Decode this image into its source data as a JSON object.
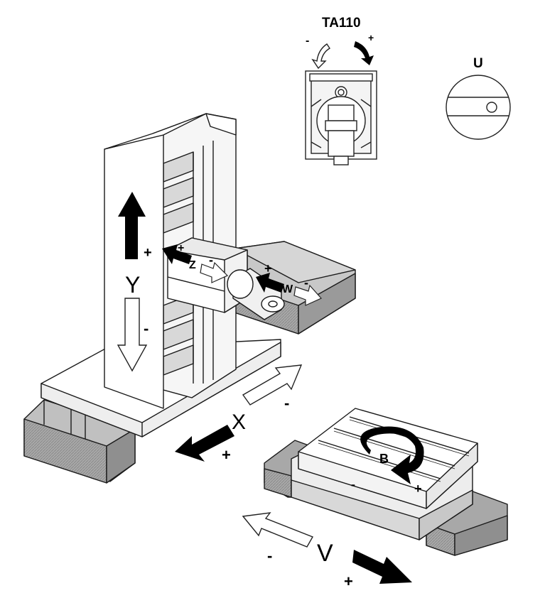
{
  "head_view": {
    "title": "TA110",
    "minus": "-",
    "plus": "+"
  },
  "u_view": {
    "label": "U"
  },
  "axes": {
    "y": {
      "label": "Y",
      "plus": "+",
      "minus": "-"
    },
    "z": {
      "label": "Z",
      "plus": "+",
      "minus": "-"
    },
    "w": {
      "label": "W",
      "plus": "+",
      "minus": "-"
    },
    "x": {
      "label": "X",
      "plus": "+",
      "minus": "-"
    },
    "b": {
      "label": "B",
      "plus": "+",
      "minus": "-"
    },
    "v": {
      "label": "V",
      "plus": "+",
      "minus": "-"
    }
  },
  "colors": {
    "line": "#1a1a1a",
    "shade_dark": "#9a9a9a",
    "shade_mid": "#c4c4c4",
    "shade_light": "#e2e2e2",
    "arrow_solid": "#000000",
    "arrow_hollow": "#ffffff"
  }
}
